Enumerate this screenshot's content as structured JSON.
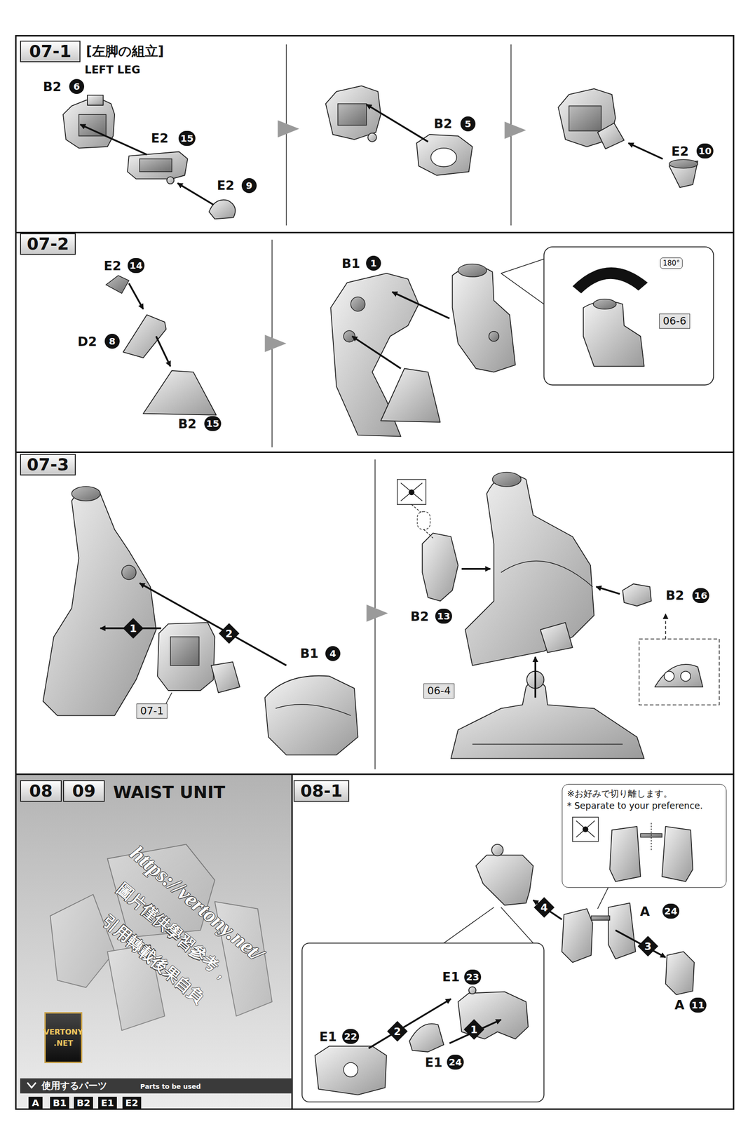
{
  "diagram": {
    "nodes": [
      {
        "text": [
          "07-1"
        ]
      },
      {
        "text": [
          "07-2"
        ]
      },
      {
        "text": [
          "06-6"
        ]
      },
      {
        "text": [
          "180°"
        ]
      },
      {
        "text": [
          "07-3"
        ]
      },
      {
        "text": [
          "1"
        ]
      },
      {
        "text": [
          "2"
        ]
      },
      {
        "text": [
          "07-1"
        ]
      },
      {
        "text": [
          "06-4"
        ]
      },
      {
        "text": [
          "08"
        ]
      },
      {
        "text": [
          "09"
        ]
      },
      {
        "text": [
          "08-1"
        ]
      },
      {
        "text": [
          "※お好みで切り離します。",
          "* Separate to your preference."
        ]
      },
      {
        "text": [
          "4"
        ]
      },
      {
        "text": [
          "3"
        ]
      },
      {
        "text": [
          "2"
        ]
      },
      {
        "text": [
          "1"
        ]
      },
      {
        "text": [
          "VERTONY .NET"
        ]
      },
      {
        "text": [
          "A"
        ]
      },
      {
        "text": [
          "B1"
        ]
      },
      {
        "text": [
          "B2"
        ]
      },
      {
        "text": [
          "E1"
        ]
      },
      {
        "text": [
          "E2"
        ]
      }
    ],
    "labels": [
      "[左脚の組立]",
      "LEFT LEG",
      "B2",
      "6",
      "E2",
      "15",
      "E2",
      "9",
      "B2",
      "5",
      "E2",
      "10",
      "E2",
      "14",
      "D2",
      "8",
      "B2",
      "15",
      "B1",
      "1",
      "B1",
      "4",
      "B2",
      "13",
      "B2",
      "16",
      "WAIST UNIT",
      "https://vertony.net/",
      "圖片僅供學習參考，",
      "引用轉載後果自負",
      "使用するパーツ",
      "Parts to be used",
      "A",
      "24",
      "A",
      "11",
      "E1",
      "23",
      "E1",
      "22",
      "E1",
      "24"
    ]
  }
}
